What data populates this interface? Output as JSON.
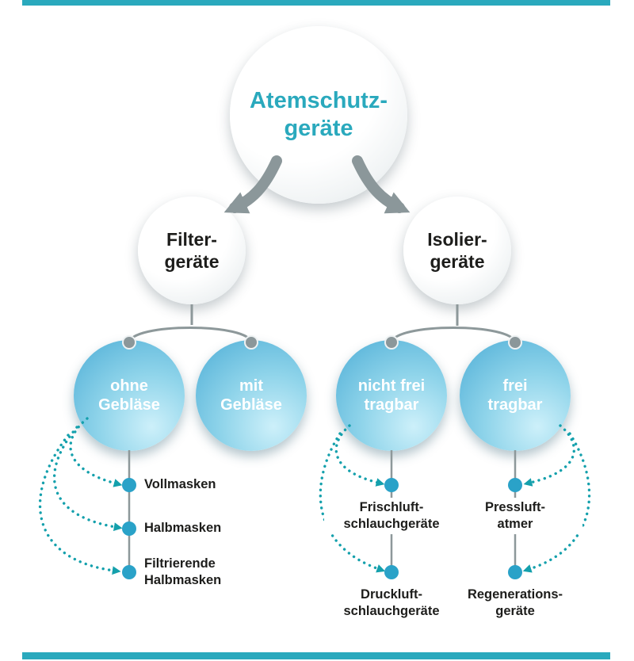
{
  "colors": {
    "teal_accent": "#2aa9bd",
    "node_blue": "#4dadd6",
    "node_blue_light": "#cdf0fa",
    "leaf_dot_blue": "#2aa2c8",
    "connector_gray": "#8d989a",
    "dotted_arc_teal": "#14a0ac",
    "text_dark": "#1d1d1b"
  },
  "nodes": {
    "root": {
      "lines": [
        "Atemschutz-",
        "geräte"
      ]
    },
    "filter": {
      "lines": [
        "Filter-",
        "geräte"
      ]
    },
    "isolier": {
      "lines": [
        "Isolier-",
        "geräte"
      ]
    },
    "ohne_geblaese": {
      "lines": [
        "ohne",
        "Gebläse"
      ]
    },
    "mit_geblaese": {
      "lines": [
        "mit",
        "Gebläse"
      ]
    },
    "nicht_frei_tragbar": {
      "lines": [
        "nicht frei",
        "tragbar"
      ]
    },
    "frei_tragbar": {
      "lines": [
        "frei",
        "tragbar"
      ]
    }
  },
  "leaves": {
    "ohne_geblaese": [
      {
        "lines": [
          "Vollmasken"
        ]
      },
      {
        "lines": [
          "Halbmasken"
        ]
      },
      {
        "lines": [
          "Filtrierende",
          "Halbmasken"
        ]
      }
    ],
    "nicht_frei_tragbar": [
      {
        "lines": [
          "Frischluft-",
          "schlauchgeräte"
        ]
      },
      {
        "lines": [
          "Druckluft-",
          "schlauchgeräte"
        ]
      }
    ],
    "frei_tragbar": [
      {
        "lines": [
          "Pressluft-",
          "atmer"
        ]
      },
      {
        "lines": [
          "Regenerations-",
          "geräte"
        ]
      }
    ]
  }
}
